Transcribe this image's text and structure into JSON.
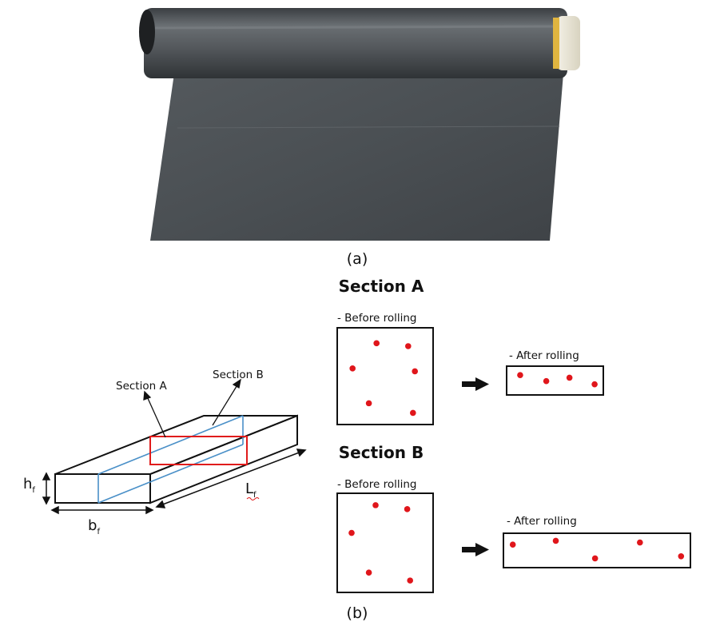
{
  "captions": {
    "a": "(a)",
    "b": "(b)"
  },
  "colors": {
    "section_a_outline": "#e01b1b",
    "section_b_outline": "#4a90c8",
    "dot": "#e0161b",
    "film": "#4b5054",
    "ink": "#111111"
  },
  "photo": {
    "subject": "rolled dark grey film sheet"
  },
  "schematic": {
    "section_a_label": "Section A",
    "section_b_label": "Section B",
    "height_label": {
      "main": "h",
      "sub": "f"
    },
    "width_label": {
      "main": "b",
      "sub": "f"
    },
    "length_label": {
      "main": "L",
      "sub": "f"
    }
  },
  "panels": [
    {
      "title": "Section A",
      "before": {
        "label": "- Before rolling",
        "dots": [
          [
            0.41,
            0.16
          ],
          [
            0.74,
            0.19
          ],
          [
            0.16,
            0.42
          ],
          [
            0.81,
            0.45
          ],
          [
            0.33,
            0.78
          ],
          [
            0.79,
            0.88
          ]
        ]
      },
      "after": {
        "label": "- After rolling",
        "dots": [
          [
            0.14,
            0.31
          ],
          [
            0.41,
            0.52
          ],
          [
            0.65,
            0.4
          ],
          [
            0.91,
            0.63
          ]
        ]
      }
    },
    {
      "title": "Section B",
      "before": {
        "label": "- Before rolling",
        "dots": [
          [
            0.4,
            0.12
          ],
          [
            0.73,
            0.16
          ],
          [
            0.15,
            0.4
          ],
          [
            0.33,
            0.8
          ],
          [
            0.76,
            0.88
          ]
        ]
      },
      "after": {
        "label": "- After rolling",
        "dots": [
          [
            0.05,
            0.33
          ],
          [
            0.28,
            0.22
          ],
          [
            0.49,
            0.73
          ],
          [
            0.73,
            0.27
          ],
          [
            0.95,
            0.67
          ]
        ]
      }
    }
  ]
}
